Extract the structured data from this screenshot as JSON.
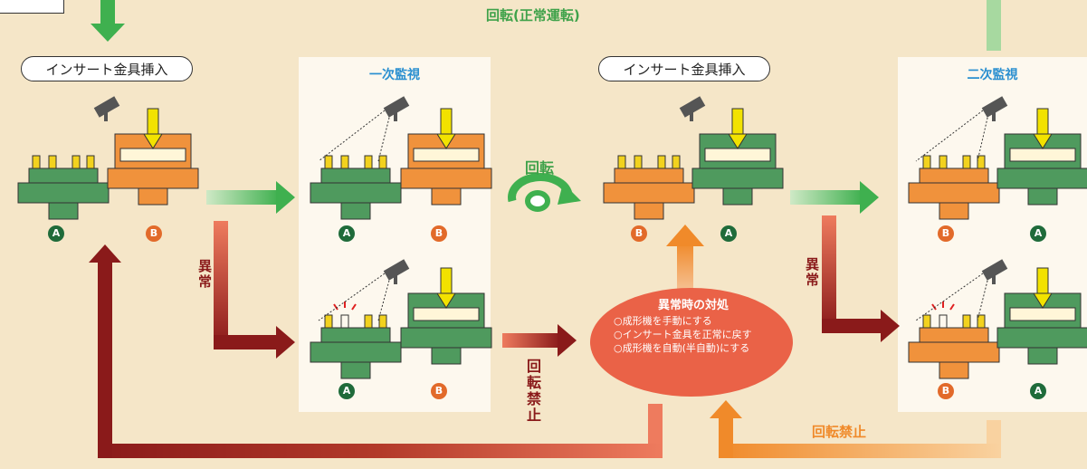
{
  "top_label": "回転(正常運転)",
  "stages": {
    "insert1": "インサート金具挿入",
    "insert2": "インサート金具挿入",
    "primary": "一次監視",
    "secondary": "二次監視"
  },
  "labels": {
    "rotate": "回転",
    "abnormal_1": "異常",
    "abnormal_2": "異常",
    "rotation_prohibited_v": "回転禁止",
    "rotation_prohibited_h": "回転禁止"
  },
  "badges": {
    "a": "A",
    "b": "B"
  },
  "abnormal_response": {
    "title": "異常時の対処",
    "items": [
      "○成形機を手動にする",
      "○インサート金具を正常に戻す",
      "○成形機を自動(半自動)にする"
    ]
  },
  "colors": {
    "background": "#f5e6c8",
    "panel": "#fdf8ee",
    "green_mold": "#4f9a5e",
    "orange_mold": "#f0923c",
    "arrow_green": "#3fb04f",
    "arrow_darkred": "#8a1a1a",
    "arrow_orange": "#f08a2a",
    "note_bg": "#ea6247",
    "title_blue": "#2a8fd0"
  }
}
